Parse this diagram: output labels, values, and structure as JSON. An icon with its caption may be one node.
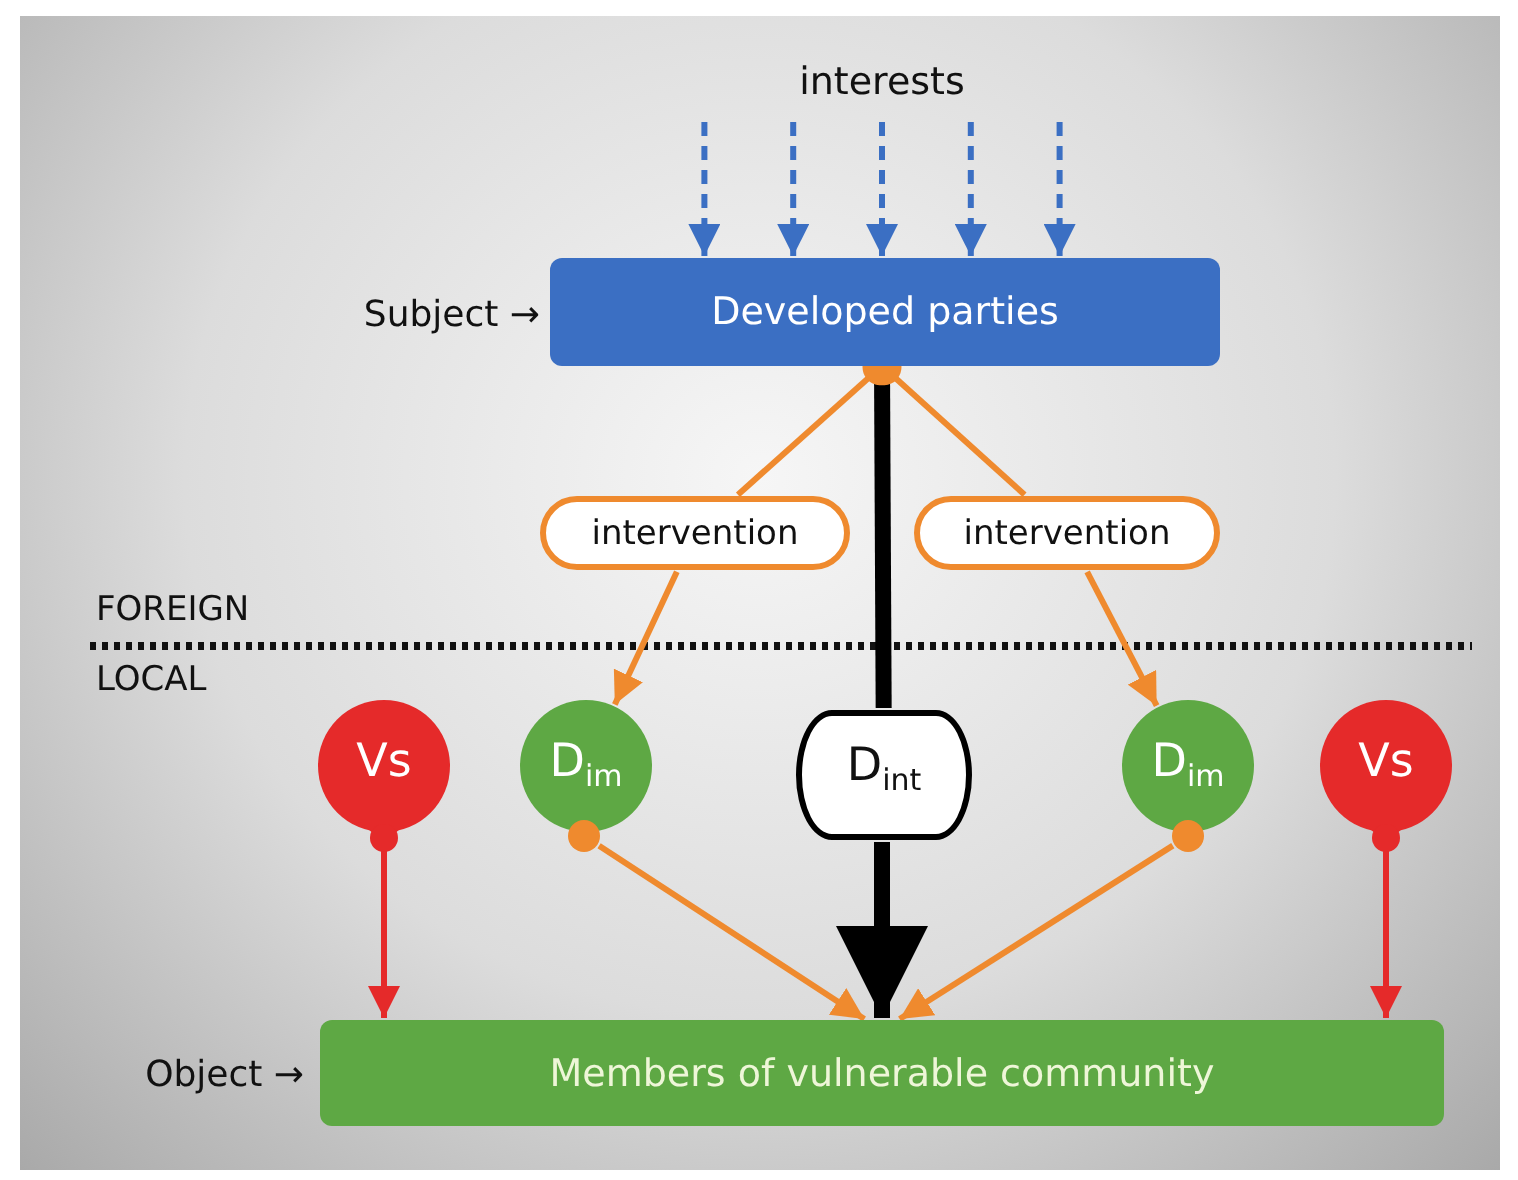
{
  "diagram": {
    "nodes": [
      {
        "text": [
          "interests"
        ]
      },
      {
        "text": [
          "Developed parties"
        ],
        "beside": [
          "Subject →"
        ]
      },
      {
        "text": [
          "intervention"
        ]
      },
      {
        "text": [
          "intervention"
        ]
      },
      {
        "text": [
          "Vs"
        ]
      },
      {
        "text": [
          "D$_{im}$"
        ]
      },
      {
        "text": [
          "D$_{int}$"
        ]
      },
      {
        "text": [
          "D$_{im}$"
        ]
      },
      {
        "text": [
          "Vs"
        ]
      },
      {
        "text": [
          "Members of vulnerable community"
        ],
        "beside": [
          "Object →"
        ]
      }
    ],
    "edges": [
      {
        "from": 0,
        "to": 1,
        "arrow": "to",
        "style": "dashed",
        "color": "#3b6fc3"
      },
      {
        "from": 0,
        "to": 1,
        "arrow": "to",
        "style": "dashed",
        "color": "#3b6fc3"
      },
      {
        "from": 0,
        "to": 1,
        "arrow": "to",
        "style": "dashed",
        "color": "#3b6fc3"
      },
      {
        "from": 0,
        "to": 1,
        "arrow": "to",
        "style": "dashed",
        "color": "#3b6fc3"
      },
      {
        "from": 0,
        "to": 1,
        "arrow": "to",
        "style": "dashed",
        "color": "#3b6fc3"
      },
      {
        "from": 1,
        "to": 2,
        "arrow": "other"
      },
      {
        "from": 2,
        "to": 5,
        "arrow": "to"
      },
      {
        "from": 1,
        "to": 3,
        "arrow": "other"
      },
      {
        "from": 3,
        "to": 7,
        "arrow": "to"
      },
      {
        "from": 1,
        "to": 6,
        "arrow": "none",
        "style": "thick",
        "color": "#000000"
      },
      {
        "from": 6,
        "to": 9,
        "arrow": "to",
        "style": "thick",
        "color": "#000000"
      },
      {
        "from": 4,
        "to": 9,
        "arrow": "to",
        "color": "#e52a2a"
      },
      {
        "from": 5,
        "to": 9,
        "arrow": "to"
      },
      {
        "from": 7,
        "to": 9,
        "arrow": "to"
      },
      {
        "from": 8,
        "to": 9,
        "arrow": "to",
        "color": "#e52a2a"
      }
    ],
    "labels": [
      "FOREIGN",
      "LOCAL"
    ]
  }
}
